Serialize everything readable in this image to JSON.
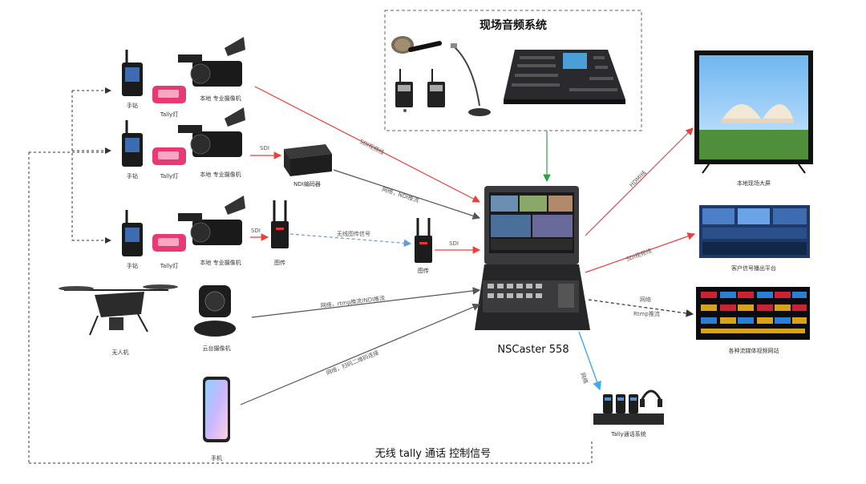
{
  "audio": {
    "title": "现场音频系统"
  },
  "main_device": {
    "name": "NSCaster 558"
  },
  "devices": {
    "handheld_1": "手钻",
    "handheld_2": "手钻",
    "handheld_3": "手钻",
    "tally_1": "Tally灯",
    "tally_2": "Tally灯",
    "tally_3": "Tally灯",
    "camera_1": "本地 专业摄像机",
    "camera_2": "本地 专业摄像机",
    "camera_3": "本地 专业摄像机",
    "ndi_encoder": "NDI编码器",
    "tx_left": "图传",
    "tx_right": "图传",
    "drone": "无人机",
    "ptz_camera": "云台摄像机",
    "phone": "手机",
    "big_screen": "本地现场大屏",
    "broadcast_platform": "客户信号播出平台",
    "streaming_sites": "各种流媒体视频网站",
    "tally_intercom": "Tally通话系统"
  },
  "links": {
    "sdi_cable_1": "SDI视频线",
    "sdi_short_1": "SDI",
    "ndi_network": "网络，NDI推流",
    "wireless_signal": "无线图传信号",
    "sdi_short_2": "SDI",
    "sdi_short_3": "SDI",
    "rtmp_ndi": "网络，rtmp推流/NDI推流",
    "qrcode": "网络，扫码二维码连接",
    "hdmi_cable": "HDMI线",
    "sdi_cable_2": "SDI视频线",
    "net_label": "网络",
    "rtmp_push": "Rtmp推流",
    "tally_net": "网络",
    "bottom_control": "无线 tally 通话 控制信号"
  },
  "colors": {
    "red_link": "#e8413c",
    "gray_link": "#555555",
    "blue_link": "#6a9bd1",
    "green_link": "#2ea043",
    "cyan_link": "#3fa9f5",
    "dashed": "#333333"
  }
}
